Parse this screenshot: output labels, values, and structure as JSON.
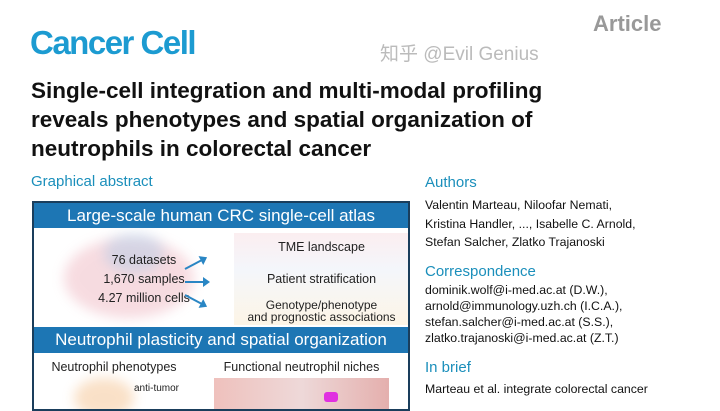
{
  "header": {
    "journal": "Cancer Cell",
    "article_type": "Article"
  },
  "title_lines": [
    "Single-cell integration and multi-modal profiling",
    "reveals phenotypes and spatial organization of",
    "neutrophils in colorectal cancer"
  ],
  "graphical_abstract": {
    "heading": "Graphical abstract",
    "band1": "Large-scale human CRC single-cell atlas",
    "stats": [
      "76 datasets",
      "1,670 samples",
      "4.27 million cells"
    ],
    "outputs": [
      "TME landscape",
      "Patient stratification",
      "Genotype/phenotype",
      "and prognostic associations"
    ],
    "band2": "Neutrophil plasticity and spatial organization",
    "panel_left": "Neutrophil phenotypes",
    "panel_right": "Functional neutrophil niches",
    "label_antitumor": "anti-tumor"
  },
  "authors": {
    "heading": "Authors",
    "lines": [
      "Valentin Marteau, Niloofar Nemati,",
      "Kristina Handler, ..., Isabelle C. Arnold,",
      "Stefan Salcher, Zlatko Trajanoski"
    ]
  },
  "correspondence": {
    "heading": "Correspondence",
    "lines": [
      "dominik.wolf@i-med.ac.at (D.W.),",
      "arnold@immunology.uzh.ch (I.C.A.),",
      "stefan.salcher@i-med.ac.at (S.S.),",
      "zlatko.trajanoski@i-med.ac.at (Z.T.)"
    ]
  },
  "in_brief": {
    "heading": "In brief",
    "text": "Marteau et al. integrate colorectal cancer"
  },
  "watermark": "知乎 @Evil Genius"
}
